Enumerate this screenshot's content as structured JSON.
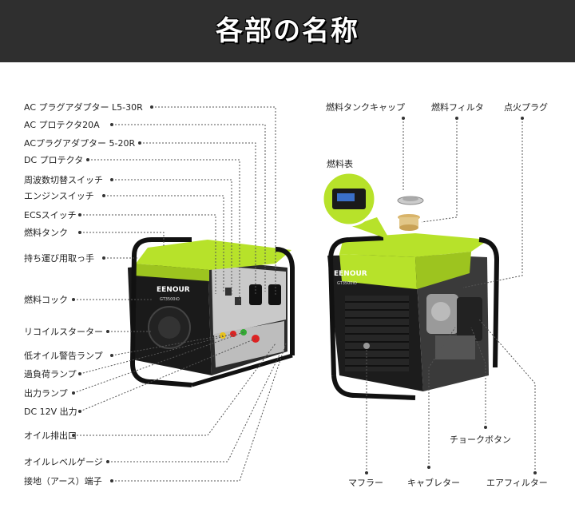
{
  "title": "各部の名称",
  "left_labels": [
    "AC プラグアダプター L5-30R",
    "AC プロテクタ20A",
    "ACプラグアダプター 5-20R",
    "DC プロテクタ",
    "周波数切替スイッチ",
    "エンジンスイッチ",
    "ECSスイッチ",
    "燃料タンク",
    "持ち運び用取っ手",
    "燃料コック",
    "リコイルスターター",
    "低オイル警告ランプ",
    "過負荷ランプ",
    "出力ランプ",
    "DC 12V 出力",
    "オイル排出口",
    "オイルレベルゲージ",
    "接地（アース）端子"
  ],
  "right_labels": {
    "fuel_cap": "燃料タンクキャップ",
    "fuel_filter": "燃料フィルタ",
    "spark_plug": "点火プラグ",
    "fuel_gauge": "燃料表",
    "choke": "チョークボタン",
    "muffler": "マフラー",
    "carburetor": "キャブレター",
    "air_filter": "エアフィルター"
  },
  "brand": {
    "name": "EENOUR",
    "model": "GT3500iO"
  },
  "colors": {
    "header_bg": "#2f2f2f",
    "accent_green": "#b7e22a",
    "frame_black": "#1a1a1a"
  }
}
